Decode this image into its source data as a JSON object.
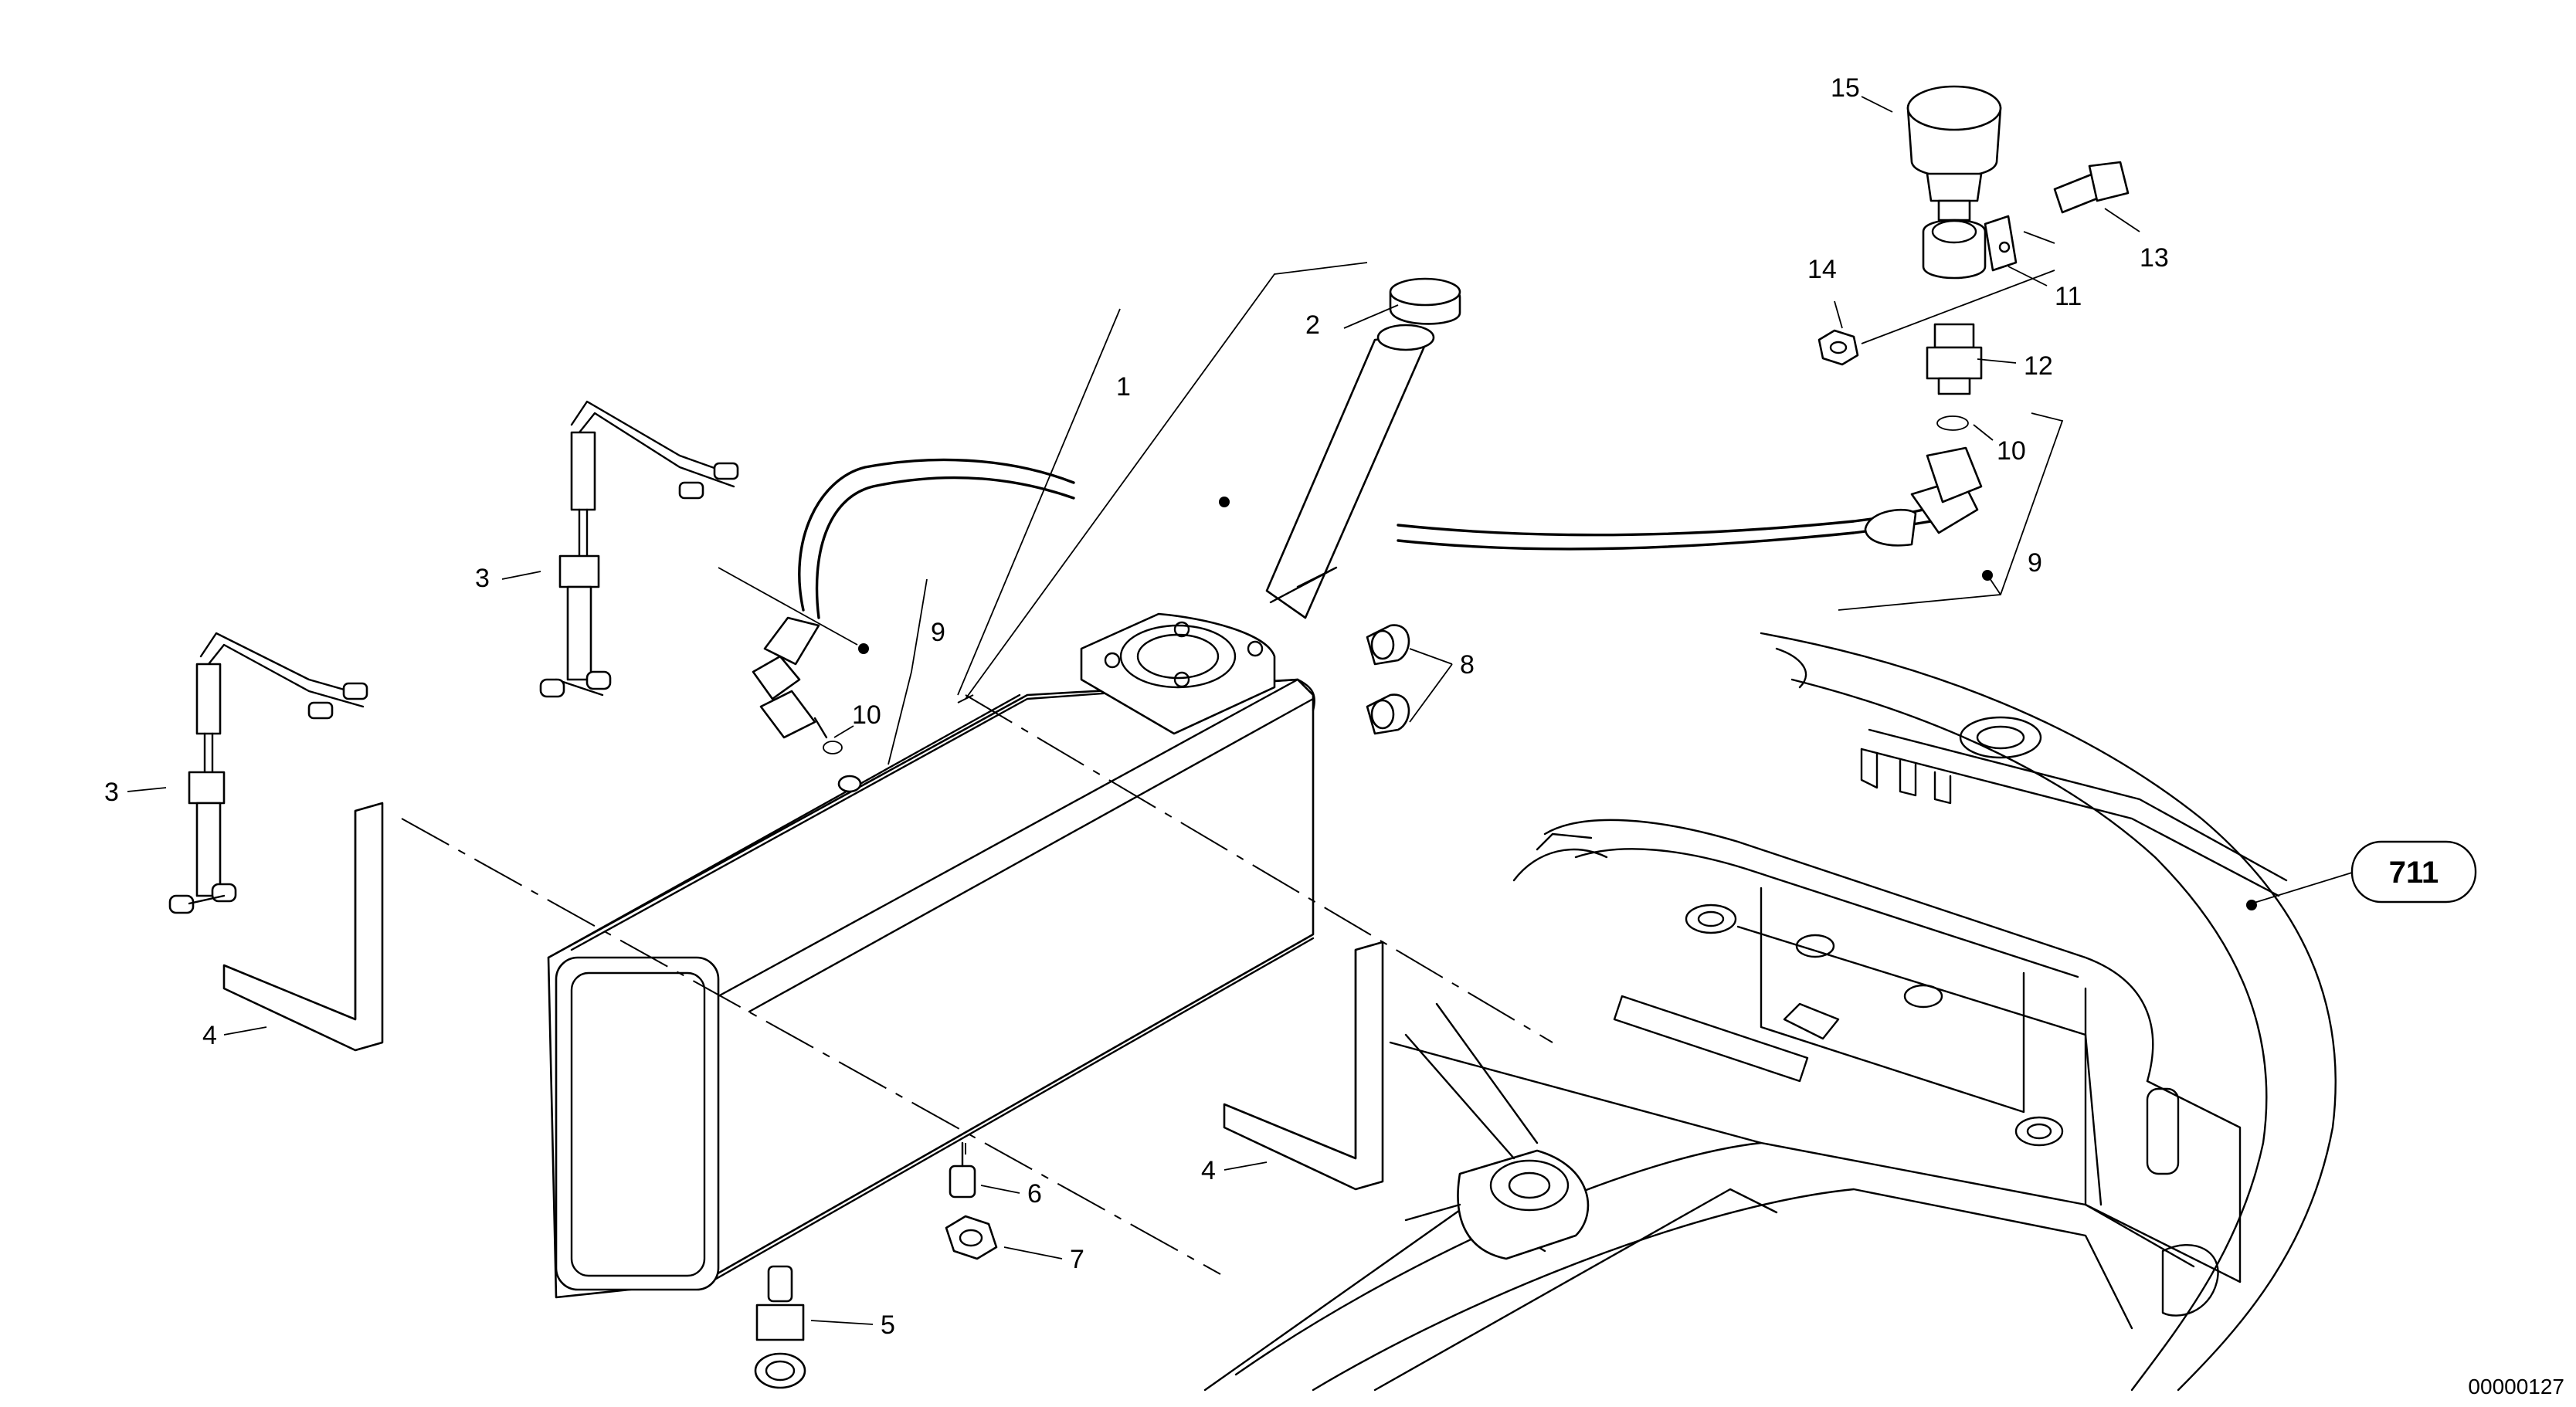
{
  "drawing": {
    "reference_callout": "711",
    "drawing_code": "00000127"
  },
  "labels": {
    "l1": "1",
    "l2": "2",
    "l3a": "3",
    "l3b": "3",
    "l4a": "4",
    "l4b": "4",
    "l5": "5",
    "l6": "6",
    "l7": "7",
    "l8": "8",
    "l9a": "9",
    "l9b": "9",
    "l10a": "10",
    "l10b": "10",
    "l11": "11",
    "l12": "12",
    "l13": "13",
    "l14": "14",
    "l15": "15"
  }
}
